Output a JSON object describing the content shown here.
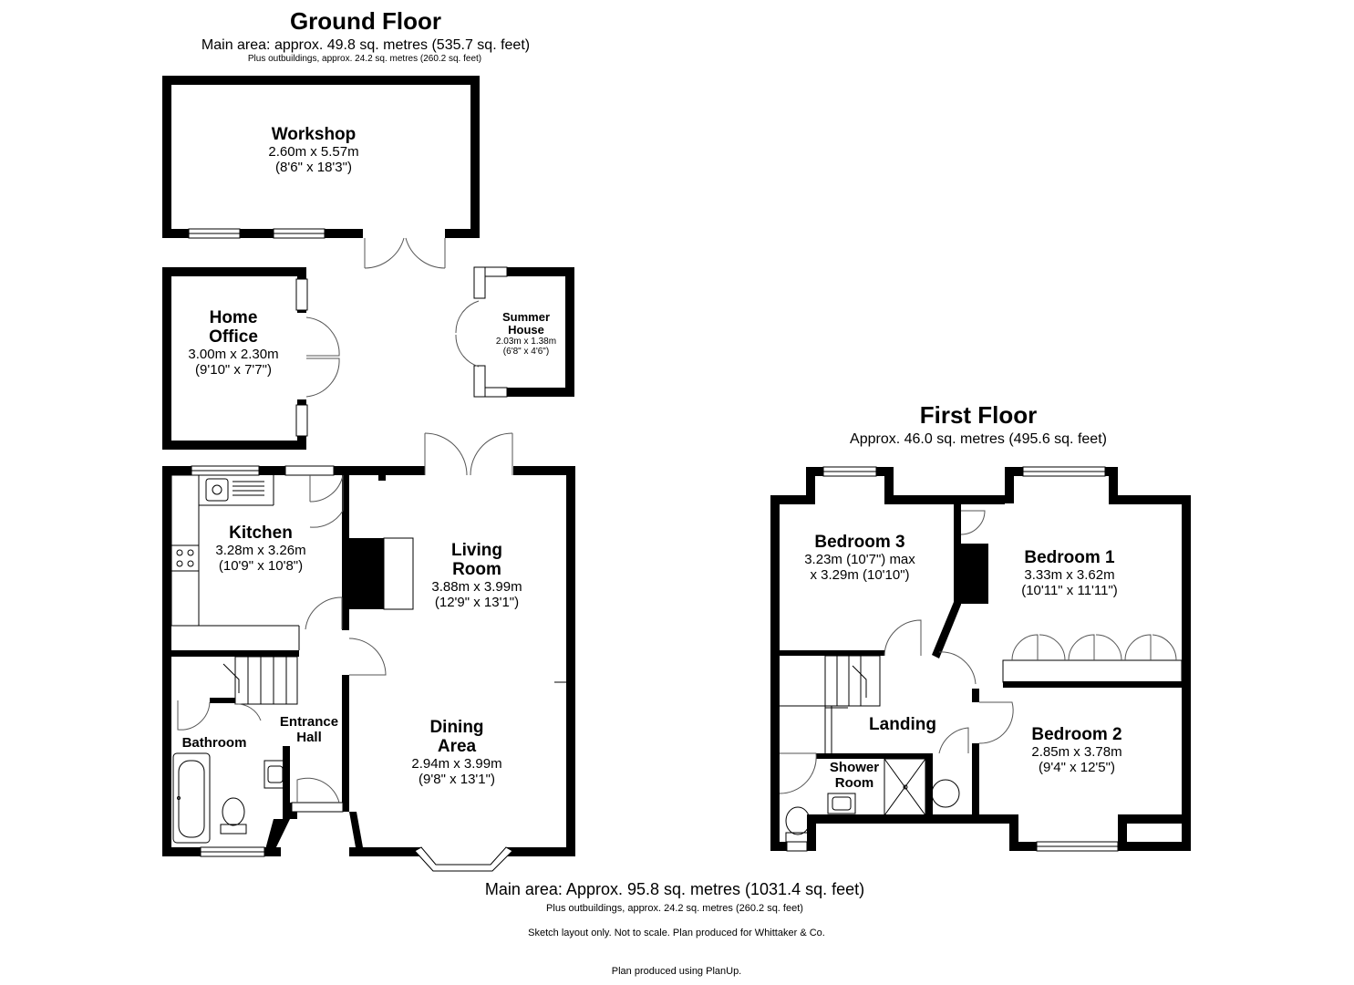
{
  "ground_floor": {
    "title": "Ground Floor",
    "main_area": "Main area: approx. 49.8 sq. metres (535.7 sq. feet)",
    "outbuildings": "Plus outbuildings, approx. 24.2 sq. metres (260.2 sq. feet)",
    "rooms": {
      "workshop": {
        "name": "Workshop",
        "dim_m": "2.60m x 5.57m",
        "dim_ft": "(8'6\" x 18'3\")"
      },
      "home_office": {
        "name_1": "Home",
        "name_2": "Office",
        "dim_m": "3.00m x 2.30m",
        "dim_ft": "(9'10\" x 7'7\")"
      },
      "summer_house": {
        "name_1": "Summer",
        "name_2": "House",
        "dim_m": "2.03m x 1.38m",
        "dim_ft": "(6'8\" x 4'6\")"
      },
      "kitchen": {
        "name": "Kitchen",
        "dim_m": "3.28m x 3.26m",
        "dim_ft": "(10'9\" x 10'8\")"
      },
      "living_room": {
        "name_1": "Living",
        "name_2": "Room",
        "dim_m": "3.88m x 3.99m",
        "dim_ft": "(12'9\" x 13'1\")"
      },
      "dining_area": {
        "name_1": "Dining",
        "name_2": "Area",
        "dim_m": "2.94m x 3.99m",
        "dim_ft": "(9'8\" x 13'1\")"
      },
      "entrance_hall": {
        "name_1": "Entrance",
        "name_2": "Hall"
      },
      "bathroom": {
        "name": "Bathroom"
      }
    }
  },
  "first_floor": {
    "title": "First Floor",
    "area": "Approx. 46.0 sq. metres (495.6 sq. feet)",
    "rooms": {
      "bedroom_3": {
        "name": "Bedroom 3",
        "dim_1": "3.23m (10'7\") max",
        "dim_2": "x 3.29m (10'10\")"
      },
      "bedroom_1": {
        "name": "Bedroom 1",
        "dim_m": "3.33m x 3.62m",
        "dim_ft": "(10'11\" x 11'11\")"
      },
      "bedroom_2": {
        "name": "Bedroom 2",
        "dim_m": "2.85m x 3.78m",
        "dim_ft": "(9'4\" x 12'5\")"
      },
      "landing": {
        "name": "Landing"
      },
      "shower_room": {
        "name_1": "Shower",
        "name_2": "Room"
      }
    }
  },
  "footer": {
    "main_area": "Main area: Approx. 95.8 sq. metres (1031.4 sq. feet)",
    "outbuildings": "Plus outbuildings, approx. 24.2 sq. metres (260.2 sq. feet)",
    "disclaimer": "Sketch layout only. Not to scale. Plan produced for Whittaker & Co.",
    "credit": "Plan produced using PlanUp."
  }
}
